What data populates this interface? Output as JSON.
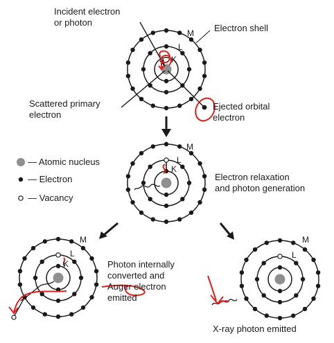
{
  "labels": {
    "incident": [
      "Incident electron",
      "or photon"
    ],
    "electron_shell": "Electron shell",
    "scattered": [
      "Scattered primary",
      "electron"
    ],
    "ejected": [
      "Ejected orbital",
      "electron"
    ],
    "relaxation": [
      "Electron relaxation",
      "and photon generation"
    ],
    "internal": [
      "Photon internally",
      "converted and",
      "Auger electron",
      "emitted"
    ],
    "xray": "X-ray photon emitted"
  },
  "shell_letters": {
    "k": "K",
    "l": "L",
    "m": "M"
  },
  "legend": {
    "nucleus": "— Atomic nucleus",
    "electron": "— Electron",
    "vacancy": "— Vacancy"
  },
  "colors": {
    "ink": "#1a1a1a",
    "nucleus": "#8f8f8f",
    "annotation": "#e0201c"
  }
}
